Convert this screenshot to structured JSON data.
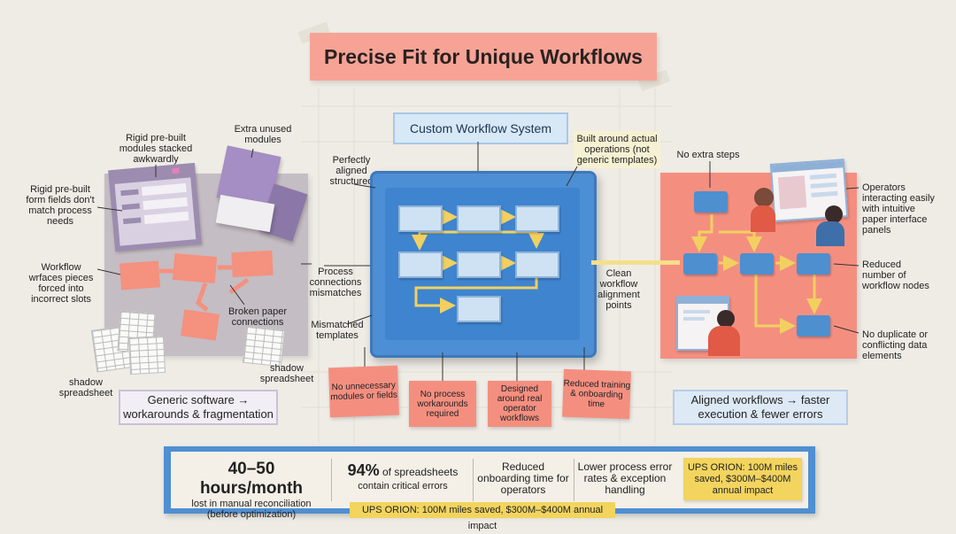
{
  "title": "Precise Fit for Unique Workflows",
  "center": {
    "system_label": "Custom Workflow System",
    "note_top_left": "Perfectly aligned structured",
    "note_top_right": "Built around actual operations (not generic templates)",
    "note_right": "Clean workflow alignment points",
    "cards": [
      "No unnecessary modules or fields",
      "No process workarounds required",
      "Designed around real operator workflows",
      "Reduced training & onboarding time"
    ]
  },
  "left": {
    "label_stacked": "Rigid pre-built modules stacked awkwardly",
    "label_unused": "Extra unused modules",
    "label_form_fields": "Rigid pre-built form fields don't match process needs",
    "label_pieces": "Workflow wrfaces pieces forced into incorrect slots",
    "label_broken": "Broken paper connections",
    "label_mismatch": "Process connections mismatches",
    "label_templates": "Mismatched templates",
    "label_shadow_left": "shadow spreadsheet",
    "label_shadow_right": "shadow spreadsheet",
    "caption": "Generic software → workarounds & fragmentation"
  },
  "right": {
    "label_no_extra": "No extra steps",
    "label_operators": "Operators interacting easily with intuitive paper interface panels",
    "label_reduced_nodes": "Reduced number of workflow nodes",
    "label_no_duplicate": "No duplicate or conflicting data elements",
    "caption": "Aligned workflows → faster execution & fewer errors"
  },
  "stats": {
    "stat1_big": "40–50 hours/month",
    "stat1_small": "lost in manual reconciliation (before optimization)",
    "stat2_big": "94%",
    "stat2_rest": "of spreadsheets",
    "stat2_small": "contain critical errors",
    "stat3": "Reduced onboarding time for operators",
    "stat4": "Lower process error rates & exception handling",
    "ups_box": "UPS ORION: 100M miles saved, $300M–$400M annual impact",
    "ups_strip": "UPS ORION: 100M miles saved, $300M–$400M annual impact"
  },
  "colors": {
    "background": "#efece6",
    "title_banner": "#f6a396",
    "center_blue": "#4d8fd4",
    "right_panel": "#f48f80",
    "left_panel": "#c4bdc3",
    "flow_arrow": "#f2d060",
    "highlight": "#f2d45f"
  }
}
